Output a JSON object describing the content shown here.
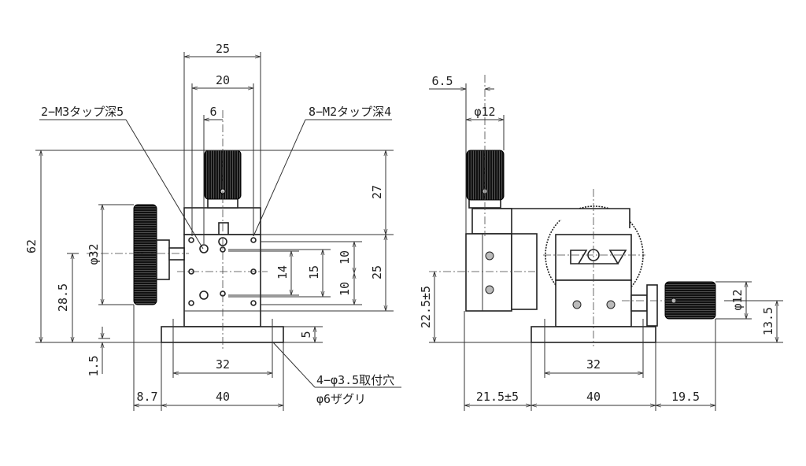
{
  "left_view": {
    "dims": {
      "w25": "25",
      "w20": "20",
      "w6": "6",
      "h62": "62",
      "h28_5": "28.5",
      "d32": "φ32",
      "h1_5": "1.5",
      "h27": "27",
      "h25": "25",
      "h10a": "10",
      "h10b": "10",
      "h15": "15",
      "h14": "14",
      "h5": "5",
      "w32": "32",
      "w40": "40",
      "w8_7": "8.7"
    },
    "notes": {
      "m3_tap": "2−M3タップ深5",
      "m2_tap": "8−M2タップ深4",
      "mount_hole": "4−φ3.5取付穴",
      "counterbore": "φ6ザグリ"
    }
  },
  "right_view": {
    "dims": {
      "w6_5": "6.5",
      "d12_top": "φ12",
      "h22_5": "22.5±5",
      "d12_side": "φ12",
      "h13_5": "13.5",
      "w32": "32",
      "w21_5": "21.5±5",
      "w40": "40",
      "w19_5": "19.5"
    }
  }
}
